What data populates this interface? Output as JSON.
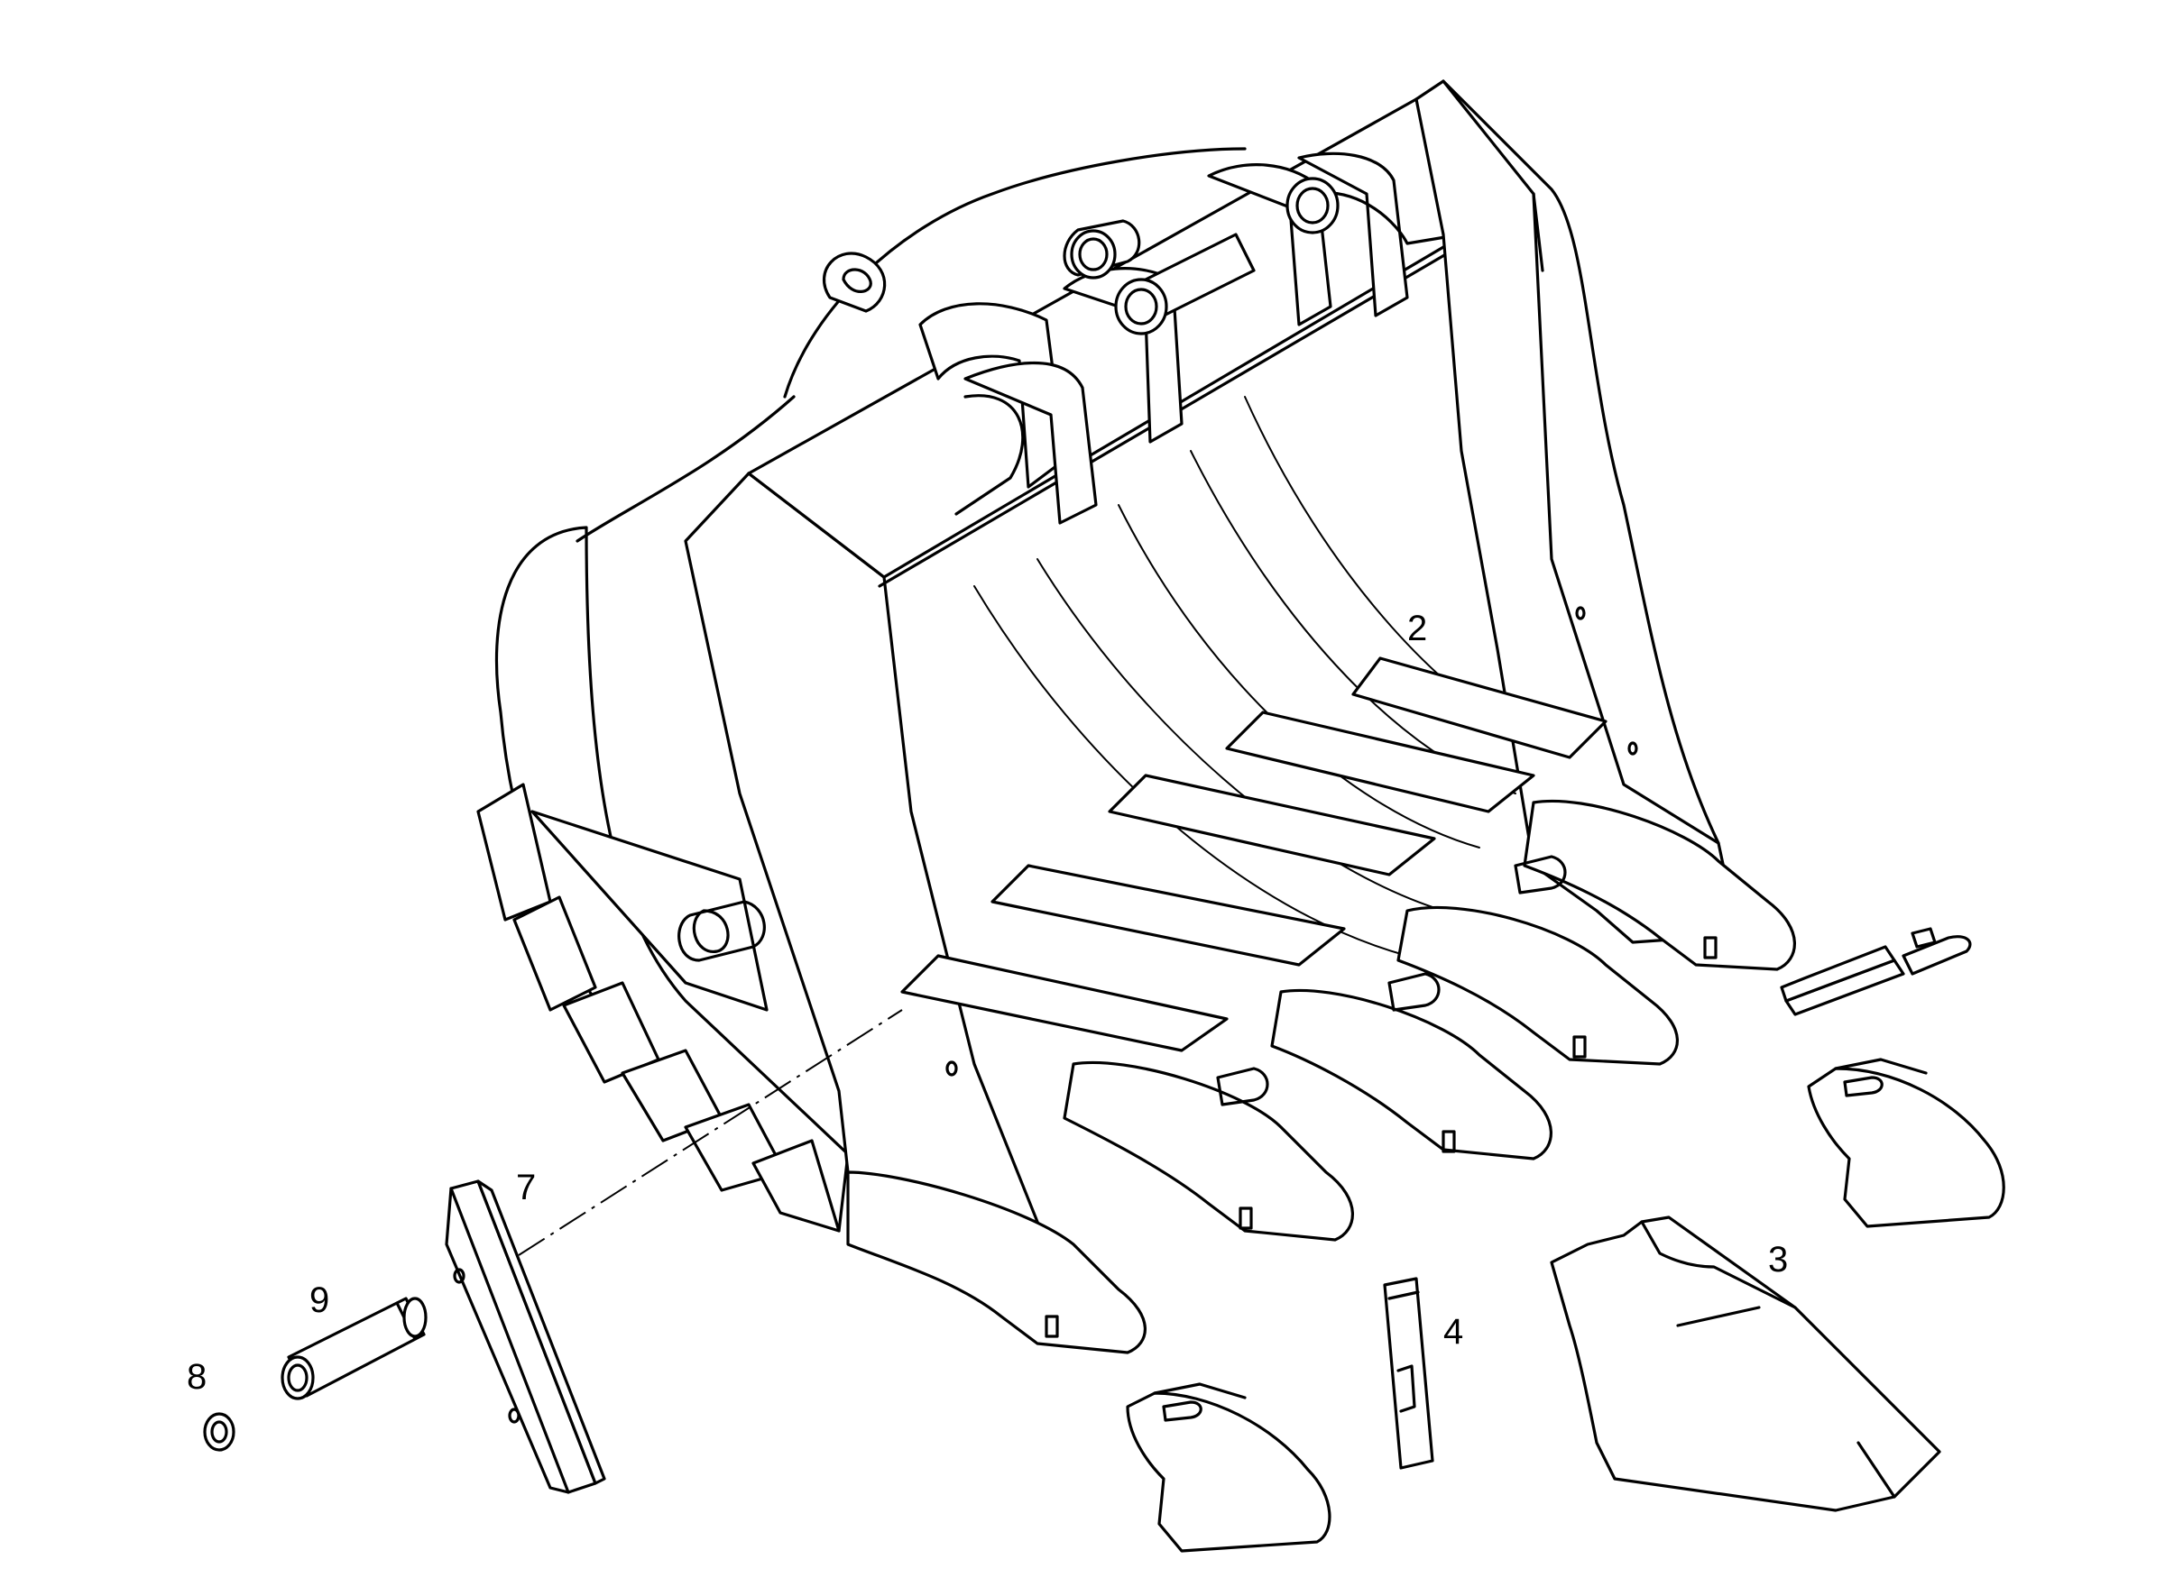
{
  "callouts": {
    "c2": "2",
    "c3": "3",
    "c4": "4",
    "c7": "7",
    "c8": "8",
    "c9": "9"
  }
}
